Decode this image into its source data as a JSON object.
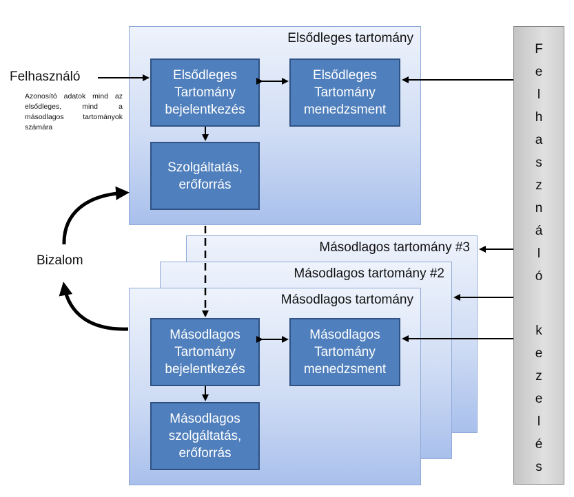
{
  "user_label": "Felhasználó",
  "note_text": "Azonosító adatok mind az elsődleges, mind a másodlagos tartományok számára",
  "trust_label": "Bizalom",
  "user_management_bar_text": "Felhasználó kezelés",
  "user_management_chars": [
    "F",
    "e",
    "l",
    "h",
    "a",
    "s",
    "z",
    "n",
    "á",
    "l",
    "ó",
    "k",
    "e",
    "z",
    "e",
    "l",
    "é",
    "s"
  ],
  "primary_domain": {
    "title": "Elsődleges tartomány",
    "login": "Elsődleges\nTartomány\nbejelentkezés",
    "management": "Elsődleges\nTartomány\nmenedzsment",
    "service": "Szolgáltatás,\nerőforrás"
  },
  "secondary_domain_3": {
    "title": "Másodlagos tartomány #3"
  },
  "secondary_domain_2": {
    "title": "Másodlagos tartomány #2"
  },
  "secondary_domain": {
    "title": "Másodlagos tartomány",
    "login": "Másodlagos\nTartomány\nbejelentkezés",
    "management": "Másodlagos\nTartomány\nmenedzsment",
    "service": "Másodlagos\nszolgáltatás,\nerőforrás"
  }
}
